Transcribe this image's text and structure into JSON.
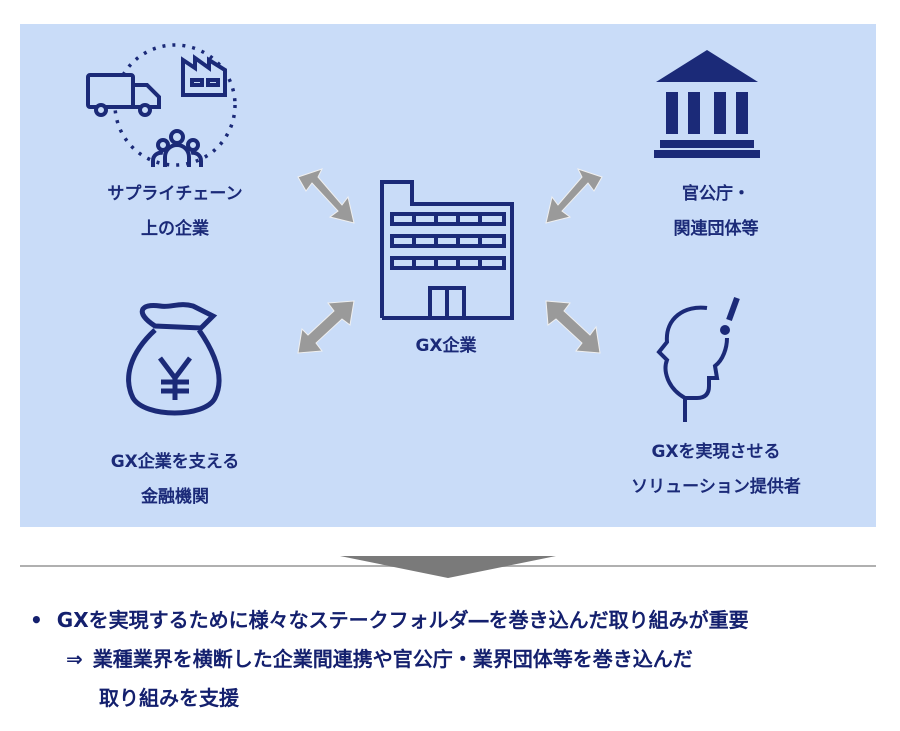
{
  "diagram": {
    "supply_chain": {
      "line1": "サプライチェーン",
      "line2": "上の企業"
    },
    "government": {
      "line1": "官公庁・",
      "line2": "関連団体等"
    },
    "center": {
      "label": "GX企業"
    },
    "finance": {
      "line1": "GX企業を支える",
      "line2": "金融機関"
    },
    "solution": {
      "line1": "GXを実現させる",
      "line2": "ソリューション提供者"
    }
  },
  "summary": {
    "bullet": "•",
    "line1": "GXを実現するために様々なステークフォルダ―を巻き込んだ取り組みが重要",
    "arrow": "⇒",
    "line2": "業種業界を横断した企業間連携や官公庁・業界団体等を巻き込んだ",
    "line3": "取り組みを支援"
  },
  "colors": {
    "panel": "#c9dcf8",
    "navy": "#1b2a78",
    "arrow": "#9a9a9a"
  }
}
